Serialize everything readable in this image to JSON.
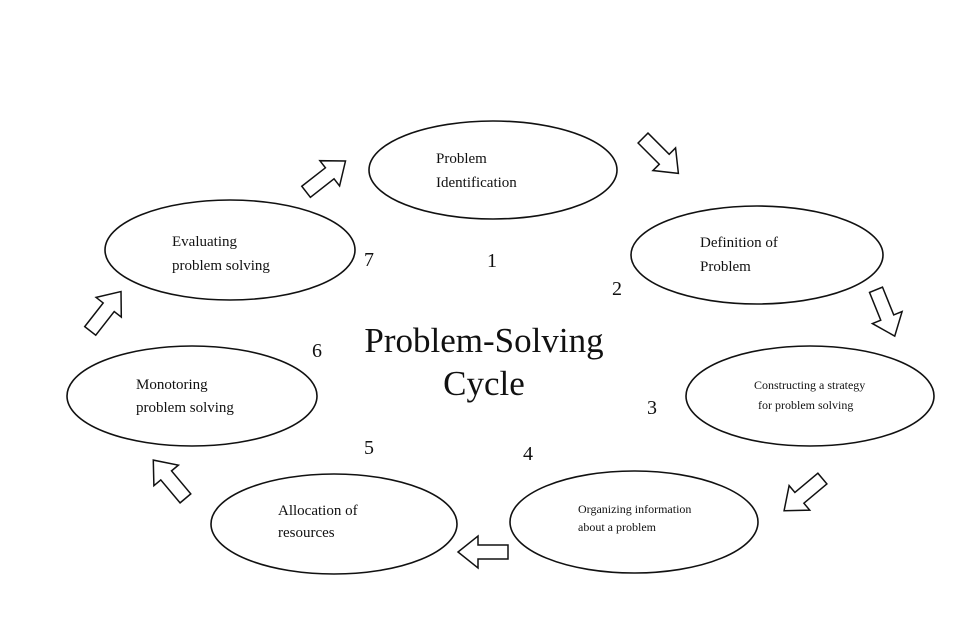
{
  "diagram": {
    "center_title_line1": "Problem-Solving",
    "center_title_line2": "Cycle",
    "stages": [
      {
        "number": "1",
        "line1": "Problem",
        "line2": "Identification"
      },
      {
        "number": "2",
        "line1": "Definition  of",
        "line2": "Problem"
      },
      {
        "number": "3",
        "line1": "Constructing a strategy",
        "line2": "for problem solving"
      },
      {
        "number": "4",
        "line1": "Organizing information",
        "line2": "about a problem"
      },
      {
        "number": "5",
        "line1": "Allocation of",
        "line2": "resources"
      },
      {
        "number": "6",
        "line1": "Monotoring",
        "line2": "problem solving"
      },
      {
        "number": "7",
        "line1": "Evaluating",
        "line2": "problem solving"
      }
    ]
  }
}
